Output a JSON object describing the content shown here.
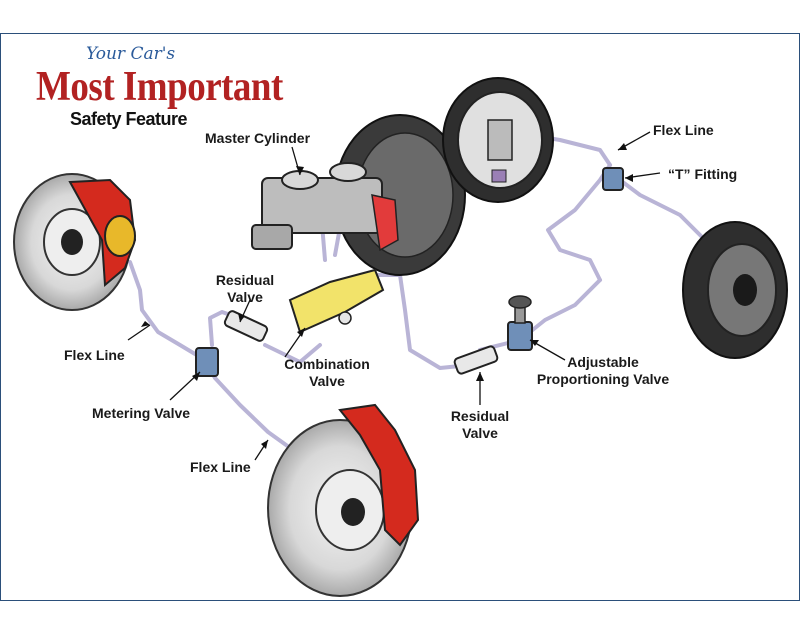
{
  "title": {
    "line1": "Your Car's",
    "line2": "Most Important",
    "line3": "Safety Feature"
  },
  "labels": {
    "master_cylinder": "Master Cylinder",
    "flex_line_top_right": "Flex Line",
    "t_fitting": "“T” Fitting",
    "residual_valve_left_1": "Residual",
    "residual_valve_left_2": "Valve",
    "flex_line_left": "Flex Line",
    "combination_valve_1": "Combination",
    "combination_valve_2": "Valve",
    "adjustable_valve_1": "Adjustable",
    "adjustable_valve_2": "Proportioning Valve",
    "metering_valve": "Metering Valve",
    "residual_valve_right_1": "Residual",
    "residual_valve_right_2": "Valve",
    "flex_line_bottom": "Flex Line"
  },
  "colors": {
    "caliper": "#d42a1e",
    "brake_line": "#b9b4d6",
    "combination_valve": "#f2e36a",
    "valve_blue": "#6f8fb8",
    "frame": "#2b4f7a"
  }
}
